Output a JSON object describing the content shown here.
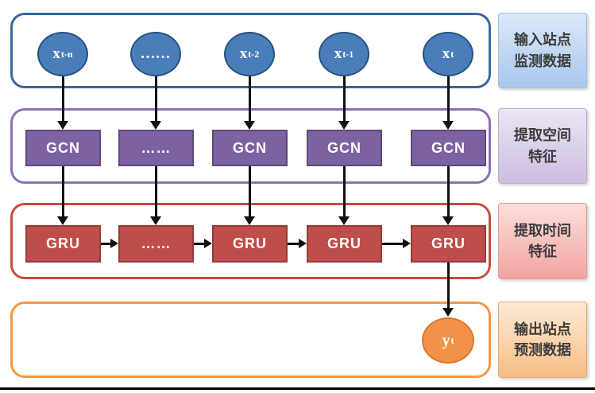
{
  "diagram": {
    "input_row": {
      "side_label": {
        "line1": "输入站点",
        "line2": "监测数据"
      },
      "nodes": [
        {
          "base": "x",
          "sub": "t-n"
        },
        {
          "base": "……",
          "sub": ""
        },
        {
          "base": "x",
          "sub": "t-2"
        },
        {
          "base": "x",
          "sub": "t-1"
        },
        {
          "base": "x",
          "sub": "t"
        }
      ]
    },
    "gcn_row": {
      "side_label": {
        "line1": "提取空间",
        "line2": "特征"
      },
      "nodes": [
        "GCN",
        "……",
        "GCN",
        "GCN",
        "GCN"
      ]
    },
    "gru_row": {
      "side_label": {
        "line1": "提取时间",
        "line2": "特征"
      },
      "nodes": [
        "GRU",
        "……",
        "GRU",
        "GRU",
        "GRU"
      ]
    },
    "output_row": {
      "side_label": {
        "line1": "输出站点",
        "line2": "预测数据"
      },
      "node": {
        "base": "y",
        "sub": "t"
      }
    },
    "colors": {
      "input_node_fill": "#4a7ebb",
      "input_frame_border": "#37679e",
      "gcn_box_fill": "#7d62a2",
      "gcn_frame_border": "#8d6fb4",
      "gru_box_fill": "#bf4e4b",
      "gru_frame_border": "#c94b43",
      "output_node_fill": "#f2924a",
      "output_frame_border": "#f79646",
      "side_label_text": "#3c3c3c",
      "arrow": "#111111"
    }
  }
}
